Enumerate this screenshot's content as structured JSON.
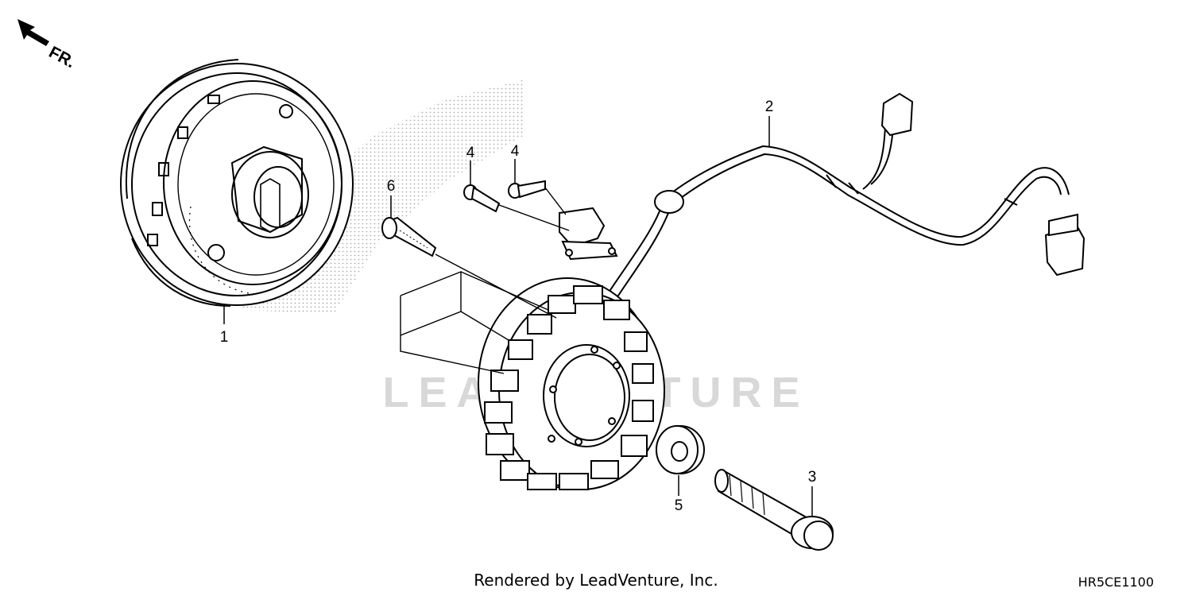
{
  "orientation": {
    "label": "FR."
  },
  "watermark": "LEADVENTURE",
  "callouts": [
    {
      "id": "1",
      "part": "flywheel"
    },
    {
      "id": "2",
      "part": "wire-harness"
    },
    {
      "id": "3",
      "part": "flange-bolt"
    },
    {
      "id": "4",
      "part": "screw"
    },
    {
      "id": "4",
      "part": "screw"
    },
    {
      "id": "5",
      "part": "washer"
    },
    {
      "id": "6",
      "part": "bolt"
    }
  ],
  "footer": {
    "credit": "Rendered by LeadVenture, Inc.",
    "code": "HR5CE1100"
  }
}
